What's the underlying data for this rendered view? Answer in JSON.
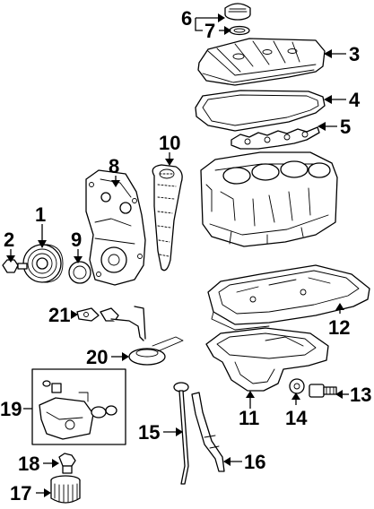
{
  "colors": {
    "line": "#000000",
    "background": "#ffffff",
    "part_shade": "#e6e6e6"
  },
  "callouts": [
    {
      "id": "1",
      "label": "1"
    },
    {
      "id": "2",
      "label": "2"
    },
    {
      "id": "3",
      "label": "3"
    },
    {
      "id": "4",
      "label": "4"
    },
    {
      "id": "5",
      "label": "5"
    },
    {
      "id": "6",
      "label": "6"
    },
    {
      "id": "7",
      "label": "7"
    },
    {
      "id": "8",
      "label": "8"
    },
    {
      "id": "9",
      "label": "9"
    },
    {
      "id": "10",
      "label": "10"
    },
    {
      "id": "11",
      "label": "11"
    },
    {
      "id": "12",
      "label": "12"
    },
    {
      "id": "13",
      "label": "13"
    },
    {
      "id": "14",
      "label": "14"
    },
    {
      "id": "15",
      "label": "15"
    },
    {
      "id": "16",
      "label": "16"
    },
    {
      "id": "17",
      "label": "17"
    },
    {
      "id": "18",
      "label": "18"
    },
    {
      "id": "19",
      "label": "19"
    },
    {
      "id": "20",
      "label": "20"
    },
    {
      "id": "21",
      "label": "21"
    }
  ]
}
